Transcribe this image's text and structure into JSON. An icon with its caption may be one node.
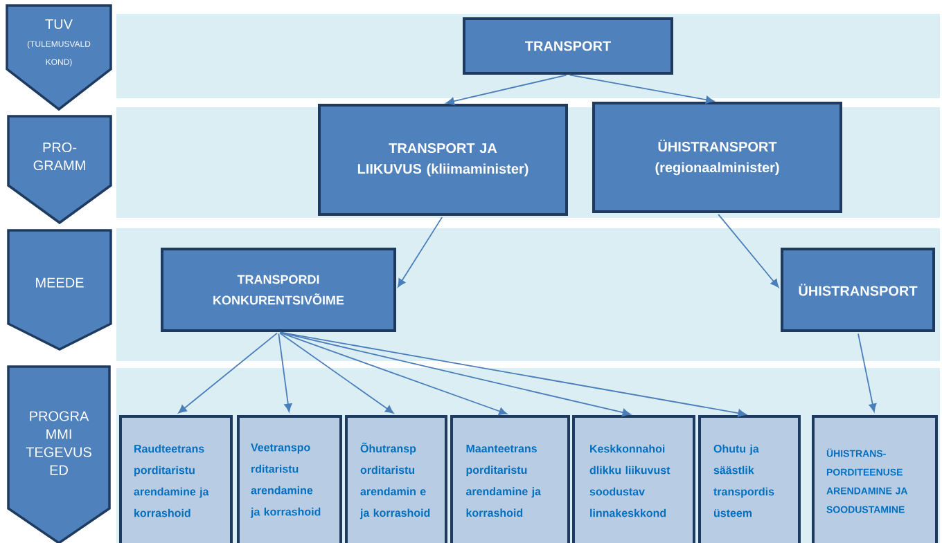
{
  "diagram": {
    "nodes": [
      {
        "text": [
          "TUV",
          "(TULEMUSVALD KOND)"
        ]
      },
      {
        "text": [
          "TRANSPORT"
        ]
      },
      {
        "text": [
          "PRO- GRAMM"
        ]
      },
      {
        "text": [
          "TRANSPORT JA LIIKUVUS (kliimaminister)"
        ]
      },
      {
        "text": [
          "ÜHISTRANSPORT (regionaalminister)"
        ]
      },
      {
        "text": [
          "MEEDE"
        ]
      },
      {
        "text": [
          "TRANSPORDI KONKURENTSIVÕIME"
        ]
      },
      {
        "text": [
          "ÜHISTRANSPORT"
        ]
      },
      {
        "text": [
          "PROGRA MMI TEGEVUS ED"
        ]
      },
      {
        "text": [
          "Raudteetrans porditaristu arendamine ja korrashoid"
        ]
      },
      {
        "text": [
          "Veetranspo rditaristu arendamine ja korrashoid"
        ]
      },
      {
        "text": [
          "Õhutransp orditaristu arendamin e ja korrashoid"
        ]
      },
      {
        "text": [
          "Maanteetrans porditaristu arendamine ja korrashoid"
        ]
      },
      {
        "text": [
          "Keskkonnahoi dlikku liikuvust soodustav linnakeskkond"
        ]
      },
      {
        "text": [
          "Ohutu ja säästlik transpordis üsteem"
        ]
      },
      {
        "text": [
          "ÜHISTRANS- PORDITEENUSE ARENDAMINE JA SOODUSTAMINE"
        ]
      }
    ],
    "edges": [
      {
        "from": 1,
        "to": 3,
        "arrow": "to"
      },
      {
        "from": 1,
        "to": 4,
        "arrow": "to"
      },
      {
        "from": 3,
        "to": 6,
        "arrow": "to"
      },
      {
        "from": 4,
        "to": 7,
        "arrow": "to"
      },
      {
        "from": 6,
        "to": 9,
        "arrow": "to"
      },
      {
        "from": 6,
        "to": 10,
        "arrow": "to"
      },
      {
        "from": 6,
        "to": 11,
        "arrow": "to"
      },
      {
        "from": 6,
        "to": 12,
        "arrow": "to"
      },
      {
        "from": 6,
        "to": 13,
        "arrow": "to"
      },
      {
        "from": 6,
        "to": 14,
        "arrow": "to"
      },
      {
        "from": 7,
        "to": 15,
        "arrow": "to"
      }
    ]
  }
}
